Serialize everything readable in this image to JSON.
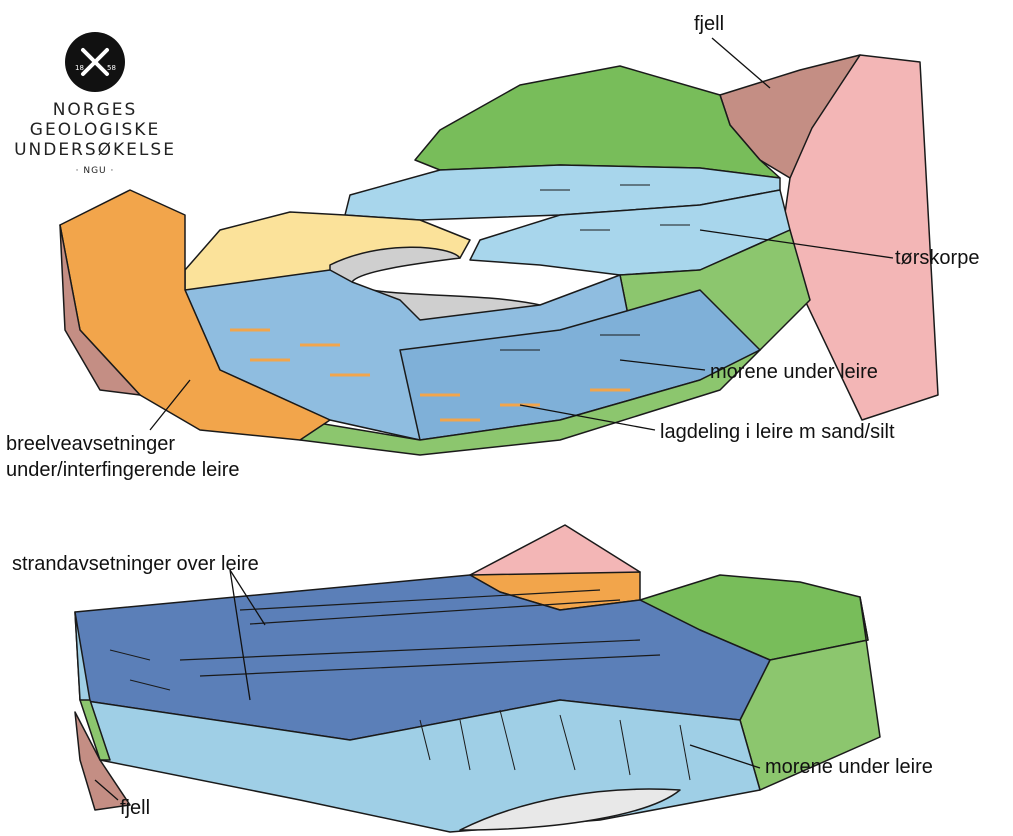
{
  "logo": {
    "year_left": "18",
    "year_right": "58",
    "line1": "NORGES",
    "line2": "GEOLOGISKE",
    "line3": "UNDERSØKELSE",
    "abbr": "· NGU ·"
  },
  "top_block": {
    "labels": {
      "fjell": "fjell",
      "torskorpe": "tørskorpe",
      "morene": "morene under leire",
      "lagdeling": "lagdeling i leire m sand/silt",
      "breelv_line1": "breelveavsetninger",
      "breelv_line2": "under/interfingerende leire"
    }
  },
  "bottom_block": {
    "labels": {
      "strand": "strandavsetninger over leire",
      "morene": "morene under leire",
      "fjell": "fjell"
    }
  },
  "colors": {
    "clay": "#9fcfe6",
    "clay_dark": "#5b7fb8",
    "moraine": "#8cc66e",
    "bedrock_pink": "#f3b6b6",
    "bedrock_brown": "#c48e84",
    "glaciofluvial": "#f2a54b",
    "beach_sand": "#fbe29a",
    "river": "#cfcfcf",
    "vegetation": "#78bd5a"
  }
}
